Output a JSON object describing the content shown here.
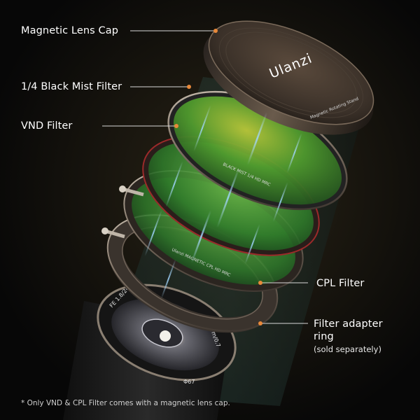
{
  "labels": {
    "cap": "Magnetic Lens Cap",
    "mist": "1/4 Black Mist Filter",
    "vnd": "VND Filter",
    "cpl": "CPL Filter",
    "adapter_line1": "Filter adapter",
    "adapter_line2": "ring",
    "adapter_note": "(sold separately)"
  },
  "footnote": "* Only VND & CPL Filter comes with a magnetic lens cap.",
  "product": {
    "brand": "Ulanzi",
    "cap_text": "Magnetic Rotating Stand",
    "mist_ring_text": "BLACK MIST 1/4 HD MRC",
    "cpl_ring_text": "Ulanzi MAGNETIC CPL HD MRC",
    "lens_text": "FE 1.8/24 GM",
    "lens_text2": "0.24m/0.7",
    "lens_size": "Φ67"
  },
  "colors": {
    "background": "#0b0b0b",
    "accent_dot": "#e8893a",
    "glass_green": "#3f8a2c",
    "ring_red": "#9b2a2a"
  }
}
